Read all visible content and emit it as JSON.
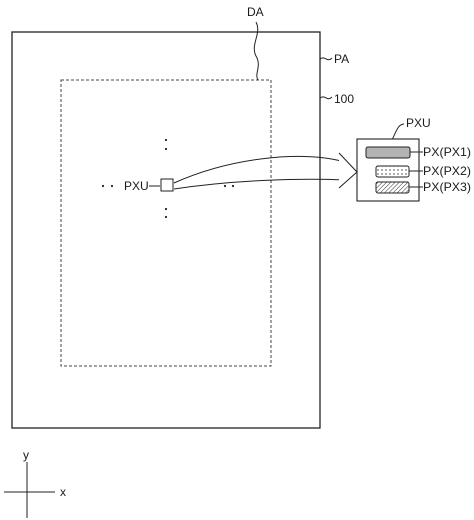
{
  "labels": {
    "display_area": "DA",
    "peripheral_area": "PA",
    "panel": "100",
    "pixel_unit": "PXU",
    "pixel_unit_detail_title": "PXU",
    "pixel_1": "PX(PX1)",
    "pixel_2": "PX(PX2)",
    "pixel_3": "PX(PX3)"
  },
  "axes": {
    "x": "x",
    "y": "y"
  }
}
